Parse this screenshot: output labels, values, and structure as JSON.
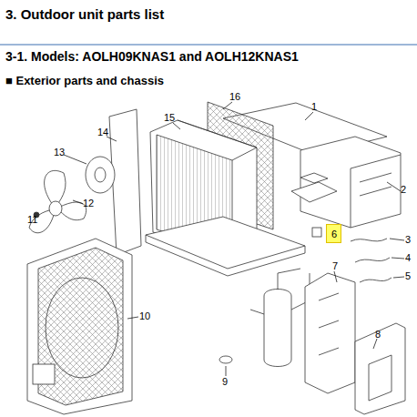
{
  "diagram": {
    "title": "3. Outdoor unit parts list",
    "nodes": [
      {
        "text": [
          "6"
        ]
      }
    ],
    "labels": [
      "3-1. Models: AOLH09KNAS1 and AOLH12KNAS1",
      "■ Exterior parts and chassis",
      "1",
      "2",
      "3",
      "4",
      "5",
      "7",
      "8",
      "9",
      "10",
      "11",
      "12",
      "13",
      "14",
      "15",
      "16"
    ]
  }
}
